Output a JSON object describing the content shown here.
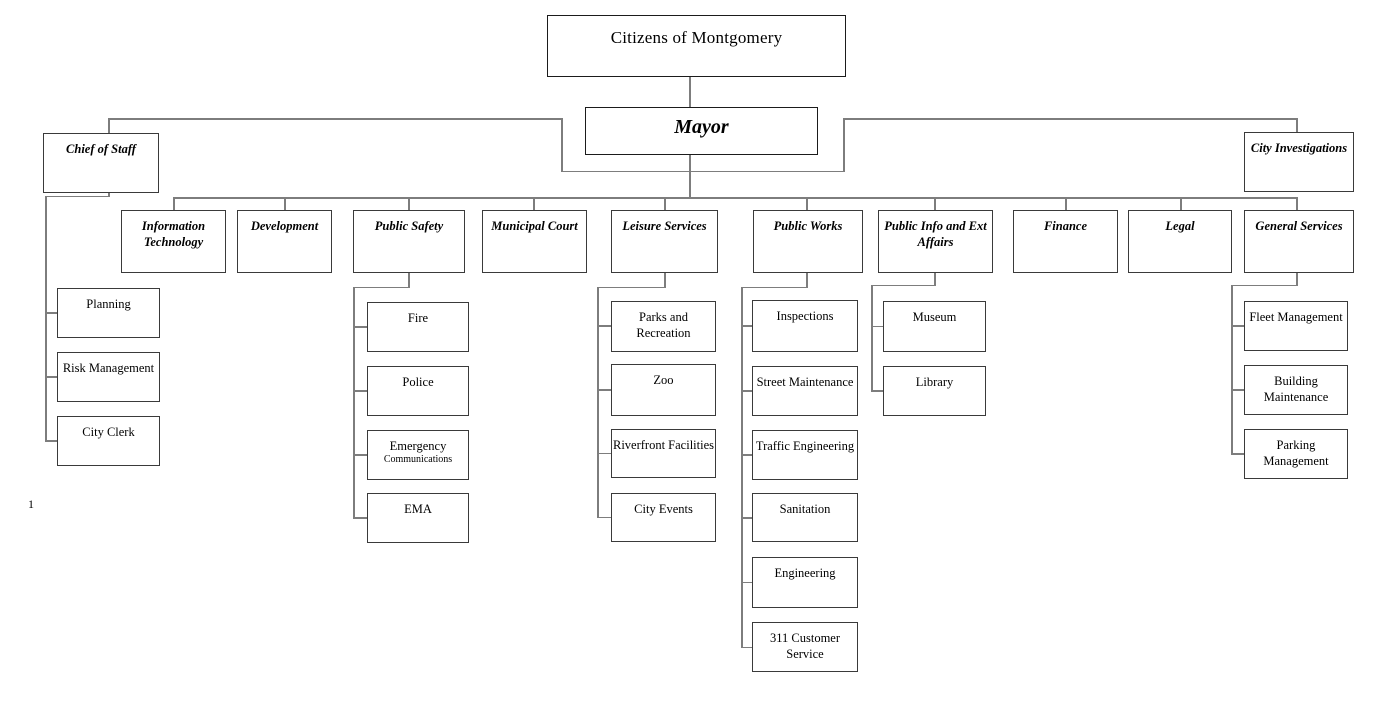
{
  "page_number": "1",
  "org": {
    "title": "Citizens of Montgomery",
    "mayor": "Mayor",
    "chief_of_staff": {
      "label": "Chief of Staff",
      "children": [
        {
          "label": "Planning"
        },
        {
          "label": "Risk Management"
        },
        {
          "label": "City Clerk"
        }
      ]
    },
    "city_investigations": {
      "label": "City Investigations"
    },
    "departments": [
      {
        "label": "Information Technology",
        "children": []
      },
      {
        "label": "Development",
        "children": []
      },
      {
        "label": "Public Safety",
        "children": [
          {
            "label": "Fire"
          },
          {
            "label": "Police"
          },
          {
            "label": "Emergency",
            "label_small": "Communications"
          },
          {
            "label": "EMA"
          }
        ]
      },
      {
        "label": "Municipal Court",
        "children": []
      },
      {
        "label": "Leisure Services",
        "children": [
          {
            "label": "Parks and Recreation"
          },
          {
            "label": "Zoo"
          },
          {
            "label": "Riverfront Facilities"
          },
          {
            "label": "City Events"
          }
        ]
      },
      {
        "label": "Public Works",
        "children": [
          {
            "label": "Inspections"
          },
          {
            "label": "Street Maintenance"
          },
          {
            "label": "Traffic Engineering"
          },
          {
            "label": "Sanitation"
          },
          {
            "label": "Engineering"
          },
          {
            "label": "311 Customer Service"
          }
        ]
      },
      {
        "label": "Public Info and Ext Affairs",
        "children": [
          {
            "label": "Museum"
          },
          {
            "label": "Library"
          }
        ]
      },
      {
        "label": "Finance",
        "children": []
      },
      {
        "label": "Legal",
        "children": []
      },
      {
        "label": "General Services",
        "children": [
          {
            "label": "Fleet Management"
          },
          {
            "label": "Building Maintenance"
          },
          {
            "label": "Parking Management"
          }
        ]
      }
    ]
  },
  "colors": {
    "background": "#ffffff",
    "text": "#000000",
    "connector_line": "#7d7d7d",
    "box_border": "#3a3a3a",
    "major_box_border": "#1b1b1b"
  }
}
